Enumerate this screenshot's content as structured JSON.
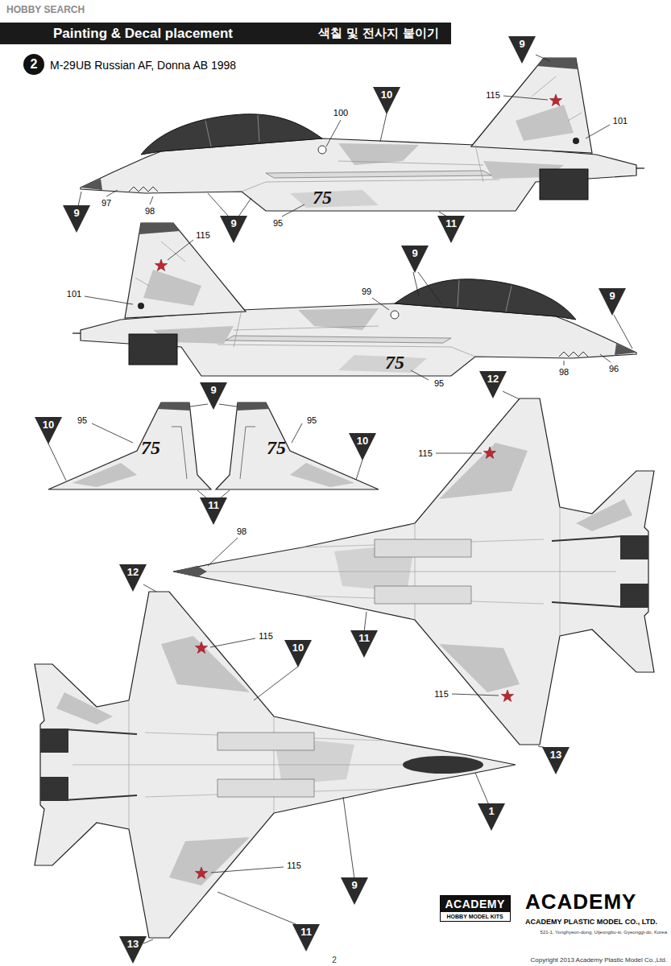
{
  "diagram": {
    "title": "Painting & Decal placement",
    "nodes": [
      {
        "text": [
          "2"
        ]
      },
      {
        "text": [
          "9"
        ]
      },
      {
        "text": [
          "10"
        ]
      },
      {
        "text": [
          "9"
        ]
      },
      {
        "text": [
          "9"
        ]
      },
      {
        "text": [
          "11"
        ]
      },
      {
        "text": [
          "9"
        ]
      },
      {
        "text": [
          "9"
        ]
      },
      {
        "text": [
          "12"
        ]
      },
      {
        "text": [
          "9"
        ]
      },
      {
        "text": [
          "10"
        ]
      },
      {
        "text": [
          "10"
        ]
      },
      {
        "text": [
          "11"
        ]
      },
      {
        "text": [
          "12"
        ]
      },
      {
        "text": [
          "11"
        ]
      },
      {
        "text": [
          "10"
        ]
      },
      {
        "text": [
          "13"
        ]
      },
      {
        "text": [
          "1"
        ]
      },
      {
        "text": [
          "9"
        ]
      },
      {
        "text": [
          "11"
        ]
      },
      {
        "text": [
          "13"
        ]
      },
      {
        "text": [
          "ACADEMY",
          "HOBBY MODEL KITS"
        ]
      }
    ],
    "labels": [
      "HOBBY SEARCH",
      "색칠 및 전사지 붙이기",
      "M-29UB Russian AF, Donna AB 1998",
      "100",
      "115",
      "101",
      "97",
      "98",
      "75",
      "95",
      "115",
      "101",
      "99",
      "75",
      "95",
      "98",
      "96",
      "95",
      "75",
      "95",
      "75",
      "115",
      "98",
      "115",
      "115",
      "115",
      "ACADEMY",
      "ACADEMY PLASTIC MODEL CO., LTD.",
      "521-1, Yonghyeon-dong, Uijeongbu-si, Gyeonggi-do, Korea",
      "2",
      "Copyright 2013 Academy Plastic Model Co.,Ltd."
    ]
  }
}
